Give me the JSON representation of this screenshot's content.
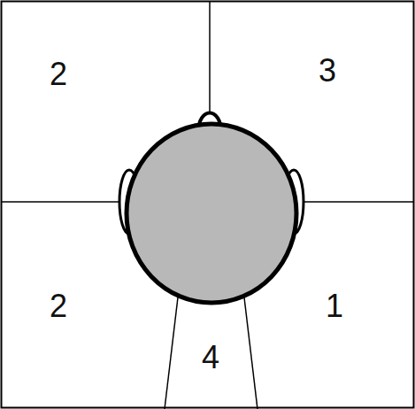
{
  "diagram": {
    "labels": [
      "2",
      "3",
      "2",
      "1",
      "4"
    ]
  }
}
